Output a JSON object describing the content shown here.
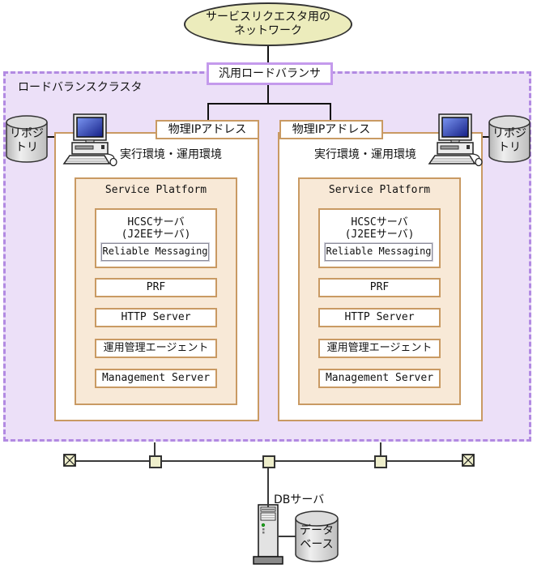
{
  "cloud": {
    "line1": "サービスリクエスタ用の",
    "line2": "ネットワーク"
  },
  "load_balancer_label": "汎用ロードバランサ",
  "cluster_label": "ロードバランスクラスタ",
  "nodes": [
    {
      "physical_ip_label": "物理IPアドレス",
      "env_label": "実行環境・運用環境",
      "repository": {
        "line1": "リポジ",
        "line2": "トリ"
      },
      "platform": {
        "title": "Service Platform",
        "hcsc_line1": "HCSCサーバ",
        "hcsc_line2": "(J2EEサーバ)",
        "reliable_messaging": "Reliable Messaging",
        "components": [
          "PRF",
          "HTTP Server",
          "運用管理エージェント",
          "Management Server"
        ]
      }
    },
    {
      "physical_ip_label": "物理IPアドレス",
      "env_label": "実行環境・運用環境",
      "repository": {
        "line1": "リポジ",
        "line2": "トリ"
      },
      "platform": {
        "title": "Service Platform",
        "hcsc_line1": "HCSCサーバ",
        "hcsc_line2": "(J2EEサーバ)",
        "reliable_messaging": "Reliable Messaging",
        "components": [
          "PRF",
          "HTTP Server",
          "運用管理エージェント",
          "Management Server"
        ]
      }
    }
  ],
  "db_server_label": "DBサーバ",
  "database": {
    "line1": "データ",
    "line2": "ベース"
  },
  "icons": {
    "computer": "desktop-computer-icon",
    "repository": "database-cylinder-icon",
    "db_server": "server-tower-icon",
    "database": "database-cylinder-icon",
    "network_node": "network-node-square",
    "network_terminator": "network-terminator-x-icon"
  },
  "colors": {
    "cluster_fill": "#ece0f8",
    "cluster_border": "#b28ae2",
    "box_border_tan": "#c99a63",
    "platform_fill": "#f8e9d7",
    "lb_border": "#c49aec",
    "cloud_fill": "#ececbc",
    "network_node_fill": "#eeeecb",
    "screen_blue": "#1b2fa0"
  }
}
